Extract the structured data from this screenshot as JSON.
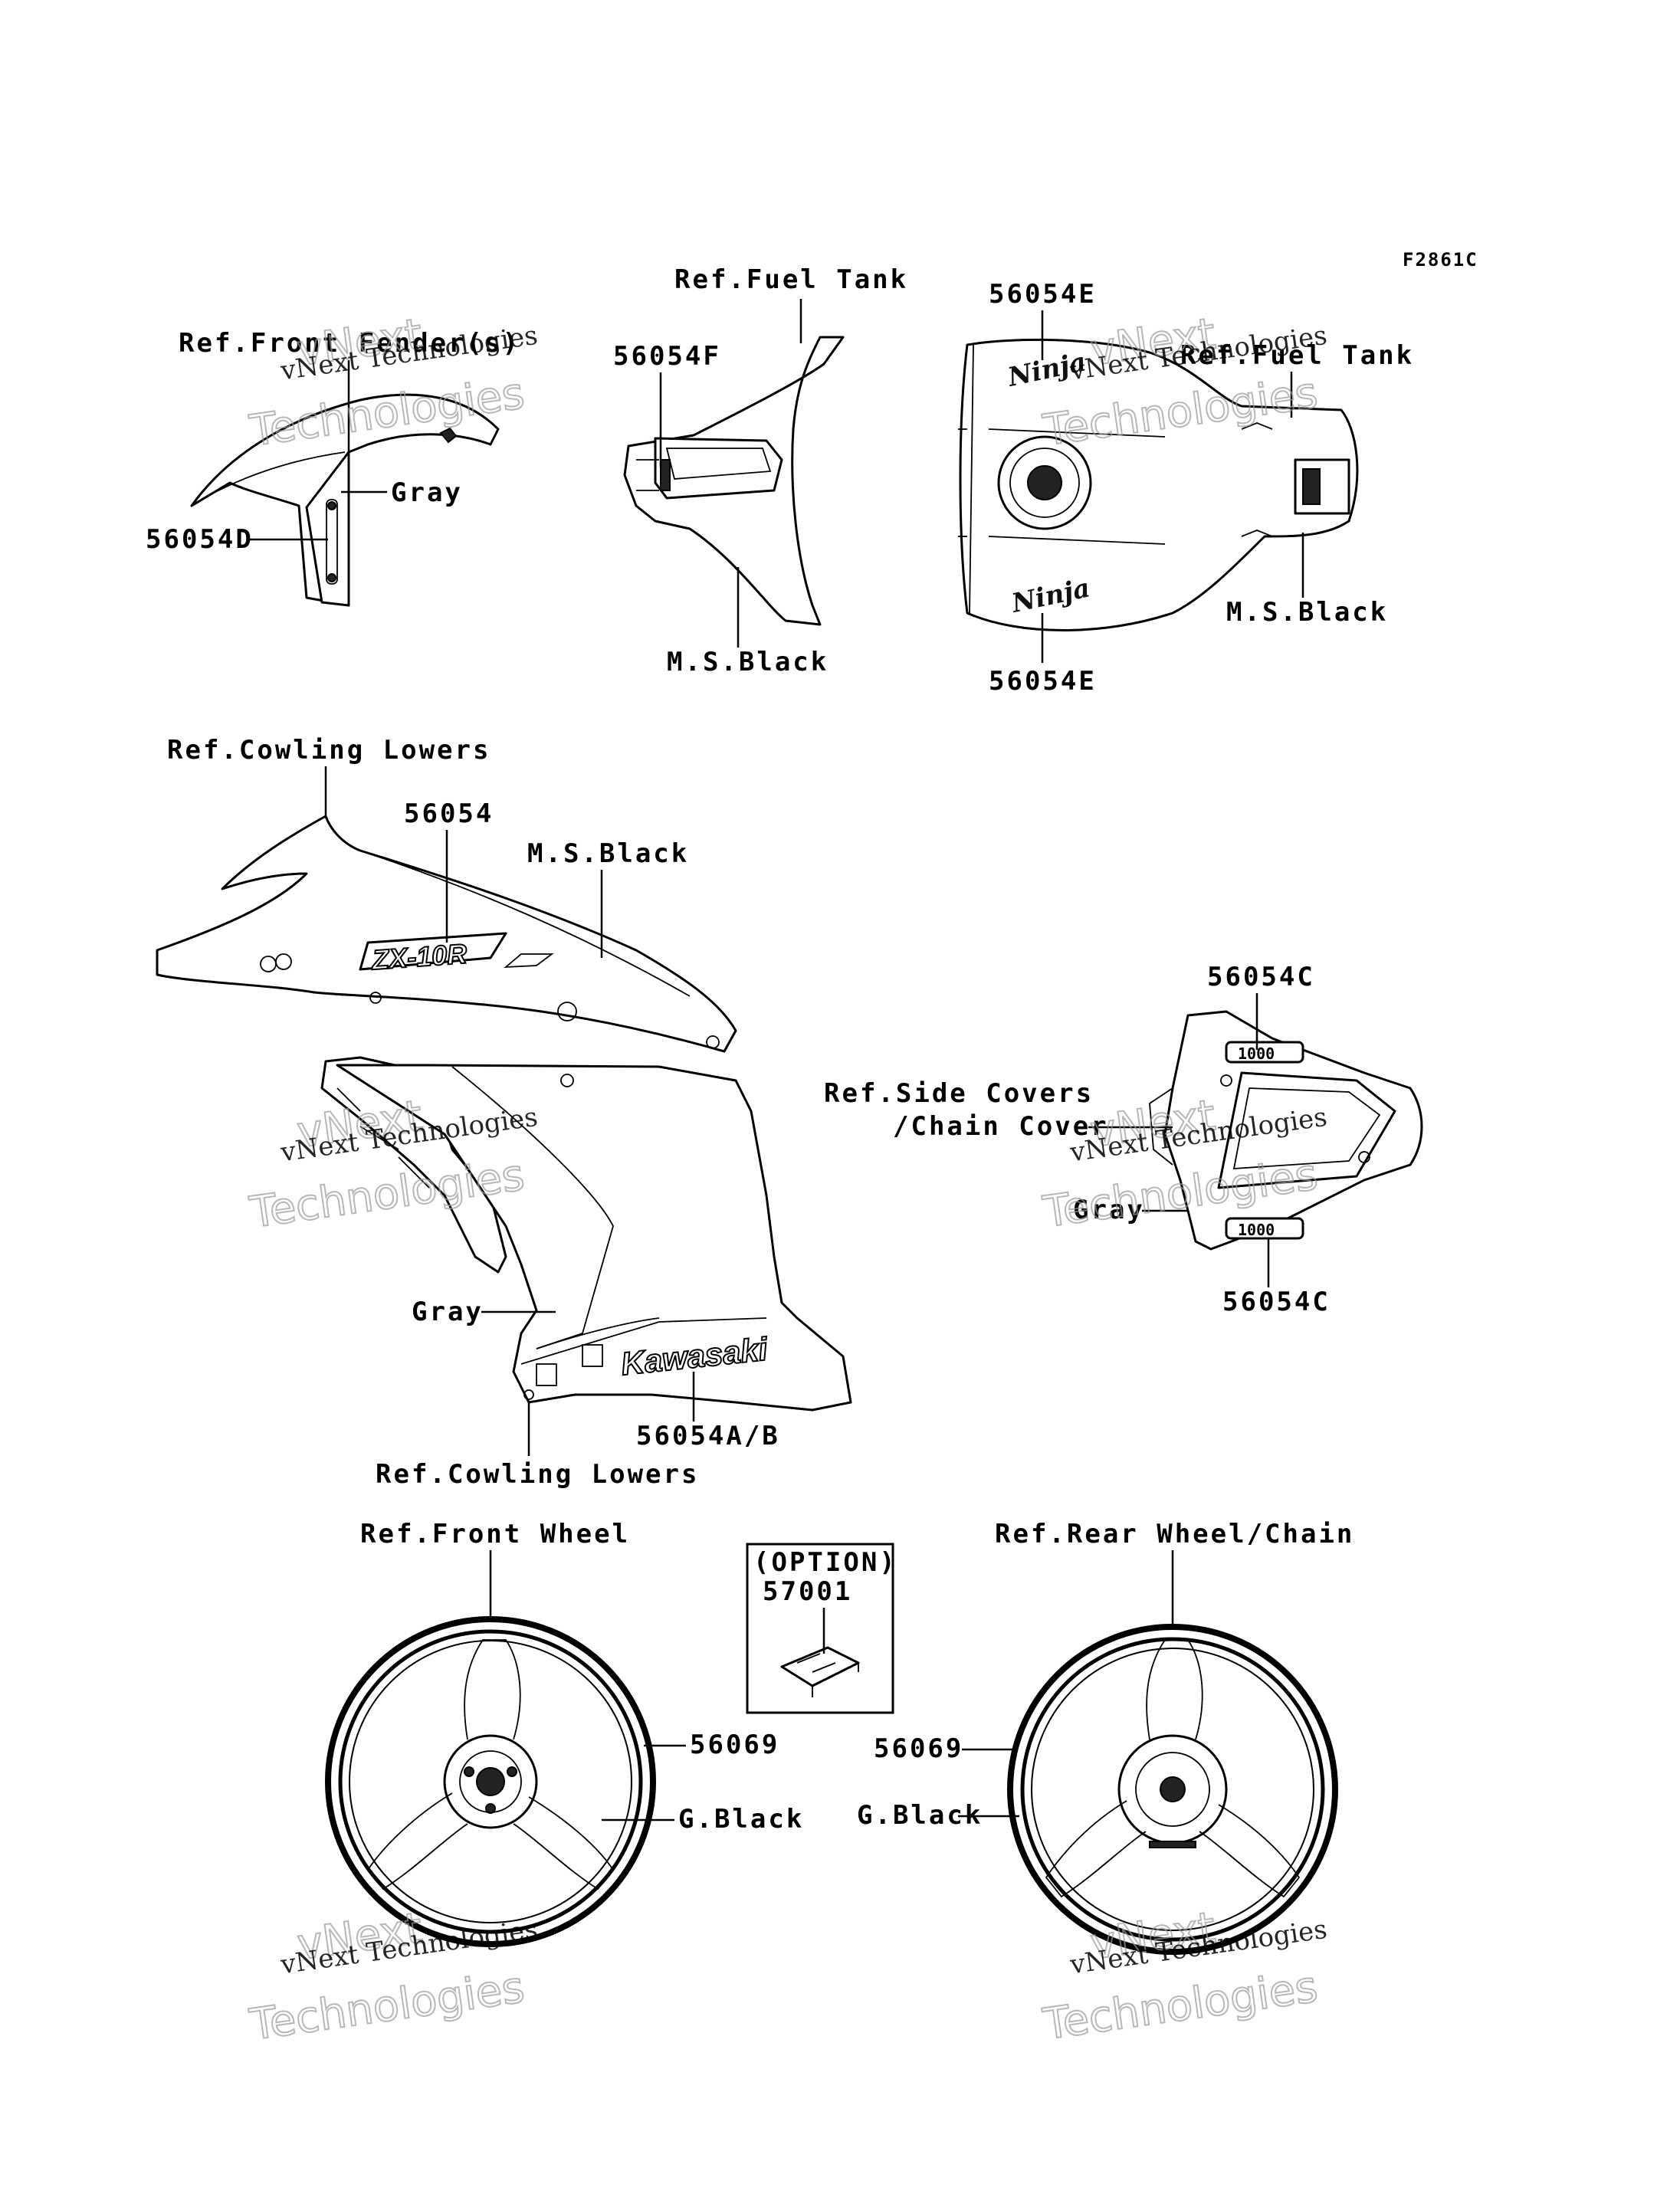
{
  "figure_code": "F2861C",
  "labels": {
    "front_fender_ref": "Ref.Front Fender(s)",
    "front_fender_color": "Gray",
    "front_fender_part": "56054D",
    "fuel_tank_ref_1": "Ref.Fuel Tank",
    "tank_cover_part": "56054F",
    "tank_cover_color": "M.S.Black",
    "tank_part_top": "56054E",
    "fuel_tank_ref_2": "Ref.Fuel Tank",
    "tank_color": "M.S.Black",
    "tank_part_bottom": "56054E",
    "cowling_ref_upper": "Ref.Cowling Lowers",
    "cowling_part": "56054",
    "cowling_color": "M.S.Black",
    "tail_part_top": "56054C",
    "side_covers_ref_1": "Ref.Side Covers",
    "side_covers_ref_2": "/Chain Cover",
    "tail_color": "Gray",
    "tail_part_bottom": "56054C",
    "side_cowl_color": "Gray",
    "side_cowl_part": "56054A/B",
    "cowling_ref_lower": "Ref.Cowling Lowers",
    "front_wheel_ref": "Ref.Front Wheel",
    "front_wheel_part": "56069",
    "front_wheel_color": "G.Black",
    "option_label": "(OPTION)",
    "option_part": "57001",
    "rear_wheel_ref": "Ref.Rear Wheel/Chain",
    "rear_wheel_part": "56069",
    "rear_wheel_color": "G.Black"
  },
  "decal_text": {
    "zx10r": "ZX-10R",
    "kawasaki": "Kawasaki",
    "ninja": "Ninja",
    "tail_badge": "1000"
  },
  "watermark": {
    "line1": "vNext Technologies",
    "line2": "Technologies",
    "line3": "vNext"
  }
}
